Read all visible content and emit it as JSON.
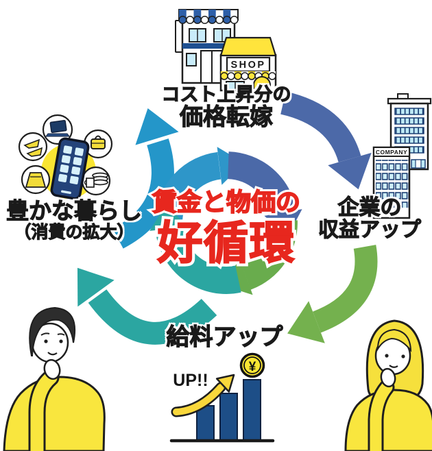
{
  "diagram_title": "賃金と物価の好循環",
  "center": {
    "line1": "賃金と物価の",
    "line2": "好循環"
  },
  "nodes": {
    "top": {
      "line1": "コスト上昇分の",
      "line2": "価格転嫁"
    },
    "right": {
      "line1": "企業の",
      "line2": "収益アップ"
    },
    "bottom": {
      "label": "給料アップ"
    },
    "left": {
      "line1": "豊かな暮らし",
      "line2": "（消費の拡大）"
    }
  },
  "illustrations": {
    "shop_sign": "SHOP",
    "company_sign": "COMPANY",
    "up_label": "UP!!",
    "yen_symbol": "¥"
  },
  "colors": {
    "cycle_blue": "#2496C9",
    "cycle_indigo": "#4C69A8",
    "cycle_green": "#74B14E",
    "cycle_teal": "#2BA6A1",
    "accent_red": "#E7271E",
    "accent_yellow": "#F9E63E",
    "bar_blue": "#1D4E87"
  }
}
